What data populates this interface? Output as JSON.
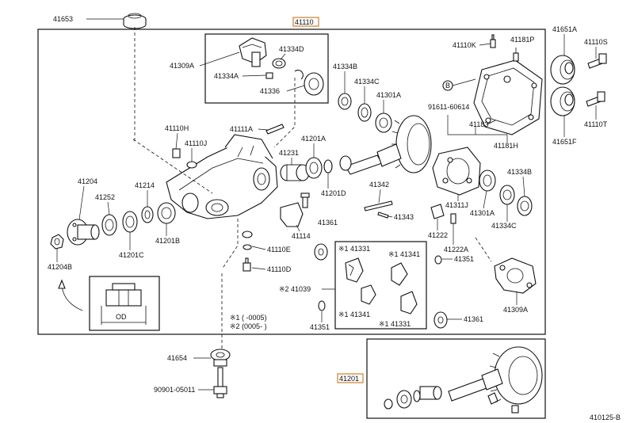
{
  "header_part": "41110",
  "sub_assembly_part": "41201",
  "diagram_id": "410125-B",
  "labels": {
    "p41653": "41653",
    "p41651A": "41651A",
    "p41110S": "41110S",
    "p41651F": "41651F",
    "p41110T": "41110T",
    "p41110K": "41110K",
    "p41181P": "41181P",
    "p91611": "91611-60614",
    "p41183": "41183",
    "p41181H": "41181H",
    "p41309A_top": "41309A",
    "p41334D": "41334D",
    "p41334A": "41334A",
    "p41336": "41336",
    "p41334B_top": "41334B",
    "p41334C_top": "41334C",
    "p41301A_top": "41301A",
    "p41110H": "41110H",
    "p41110J": "41110J",
    "p41111A": "41111A",
    "p41231": "41231",
    "p41201A": "41201A",
    "p41201D": "41201D",
    "p41204": "41204",
    "p41252": "41252",
    "p41214": "41214",
    "p41201C": "41201C",
    "p41201B": "41201B",
    "p41204B": "41204B",
    "p41342": "41342",
    "p41343": "41343",
    "p41361_mid": "41361",
    "p41114": "41114",
    "p41110E": "41110E",
    "p41110D": "41110D",
    "p41311J": "41311J",
    "p41301A_right": "41301A",
    "p41334B_right": "41334B",
    "p41334C_right": "41334C",
    "p41222": "41222",
    "p41222A": "41222A",
    "p41351_right": "41351",
    "p41309A_right": "41309A",
    "p41361_bottom": "41361",
    "p41331_top": "※1 41331",
    "p41341_top": "※1 41341",
    "p41039": "※2 41039",
    "p41341_bot": "※1 41341",
    "p41331_bot": "※1 41331",
    "p41351_bot": "41351",
    "note1": "※1 (      -0005)",
    "note2": "※2 (0005-     )",
    "p41654": "41654",
    "p90901": "90901-05011",
    "od": "OD"
  }
}
